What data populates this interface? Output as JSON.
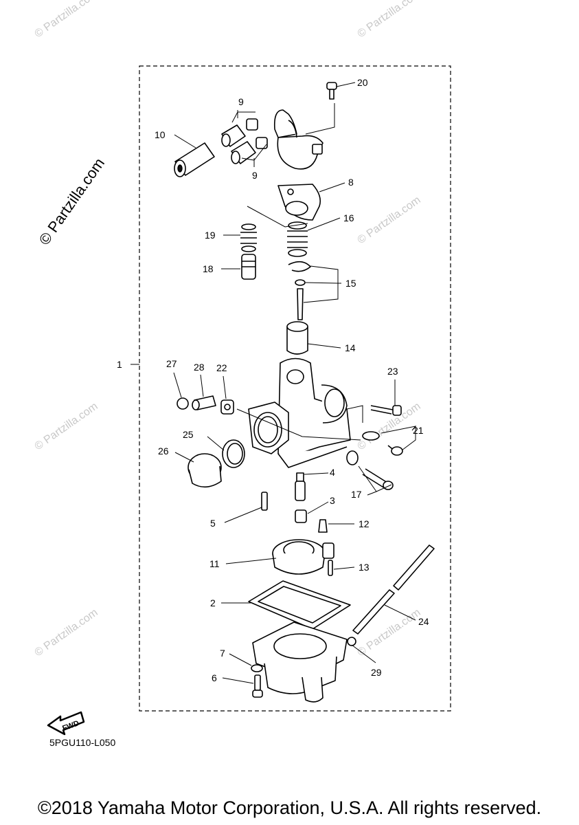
{
  "watermark": {
    "small": "© Partzilla.com",
    "large": "© Partzilla.com"
  },
  "callouts": {
    "c1": "1",
    "c2": "2",
    "c3": "3",
    "c4": "4",
    "c5": "5",
    "c6": "6",
    "c7": "7",
    "c8": "8",
    "c9a": "9",
    "c9b": "9",
    "c10": "10",
    "c11": "11",
    "c12": "12",
    "c13": "13",
    "c14": "14",
    "c15": "15",
    "c16": "16",
    "c17": "17",
    "c18": "18",
    "c19": "19",
    "c20": "20",
    "c21": "21",
    "c22": "22",
    "c23": "23",
    "c24": "24",
    "c25": "25",
    "c26": "26",
    "c27": "27",
    "c28": "28",
    "c29": "29"
  },
  "fwd_label": "FWD",
  "diagram_code": "5PGU110-L050",
  "copyright": "©2018 Yamaha Motor Corporation, U.S.A. All rights reserved."
}
